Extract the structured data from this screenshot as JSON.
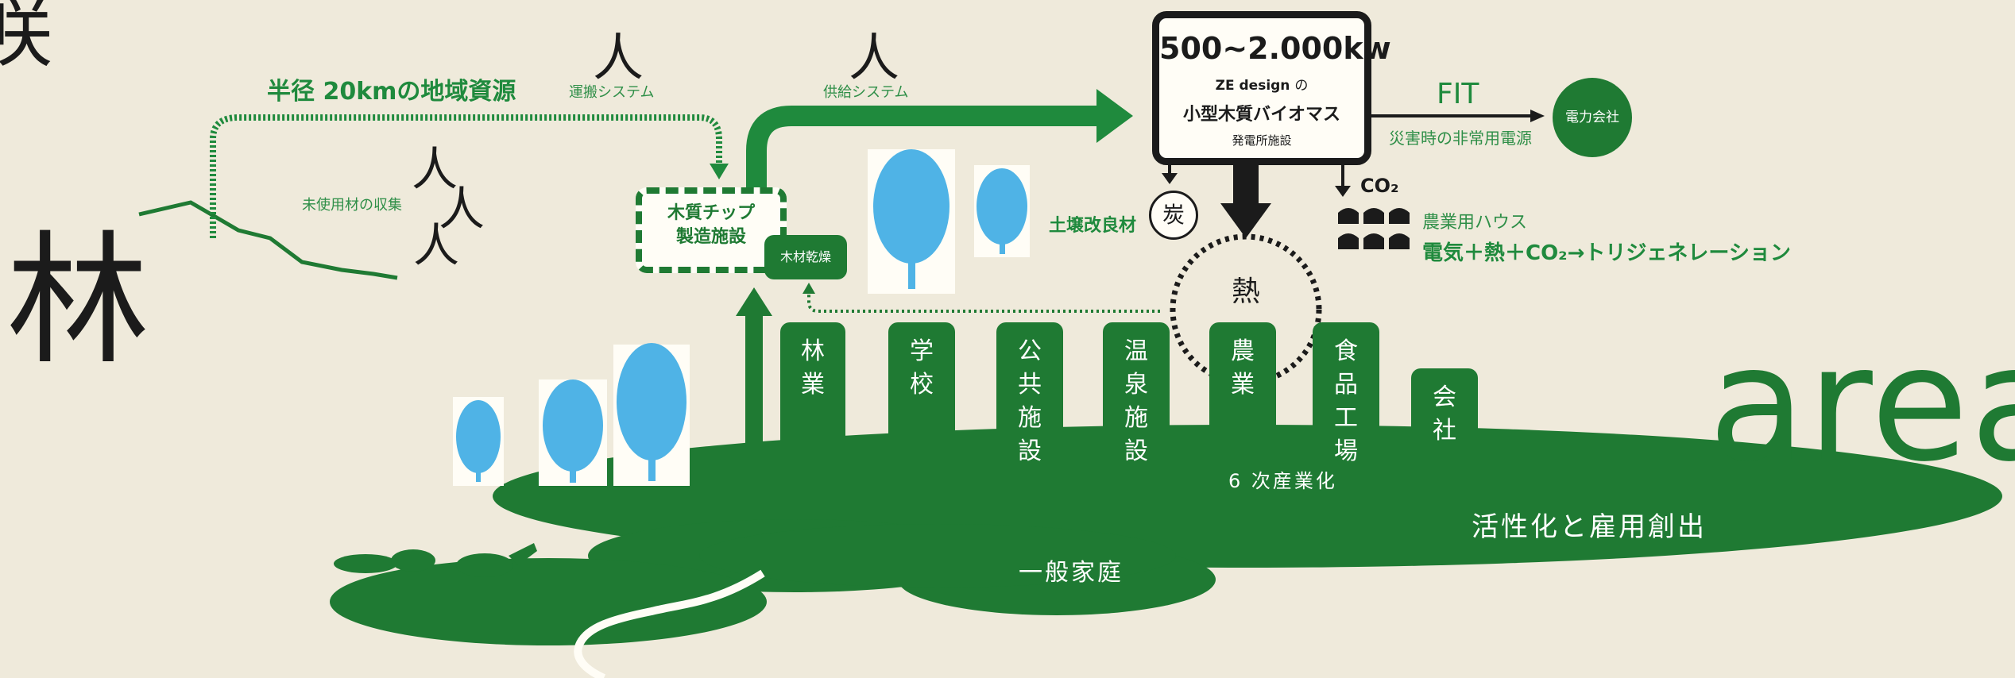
{
  "left_kanji_top": "咲",
  "left_kanji": "林",
  "big_word": "area",
  "resource_label": "半径 20kmの地域資源",
  "transport_label": "運搬システム",
  "supply_label": "供給システム",
  "unused_label": "未使用材の収集",
  "person_glyph": "人",
  "chip_facility": [
    "木質チップ",
    "製造施設"
  ],
  "wood_drying": "木材乾燥",
  "plant": {
    "capacity": "500~2.000kw",
    "brand": "ZE design",
    "brand_suffix": "の",
    "name": "小型木質バイオマス",
    "sub": "発電所施設"
  },
  "fit_label": "FIT",
  "disaster_label": "災害時の非常用電源",
  "power_company": "電力会社",
  "co2_label": "CO₂",
  "farm_house_label": "農業用ハウス",
  "trigen_label": "電気＋熱＋CO₂→トリジェネレーション",
  "soil_label": "土壌改良材",
  "charcoal": "炭",
  "heat": "熱",
  "sectors": [
    "林業",
    "学校",
    "公共施設",
    "温泉施設",
    "農業",
    "食品工場",
    "会社"
  ],
  "sixth_industry": "6 次産業化",
  "revitalization": "活性化と雇用創出",
  "households": "一般家庭",
  "colors": {
    "green": "#1f7a33",
    "label_green": "#2f8f48",
    "tree": "#4fb3e6",
    "background": "#efeadb"
  }
}
